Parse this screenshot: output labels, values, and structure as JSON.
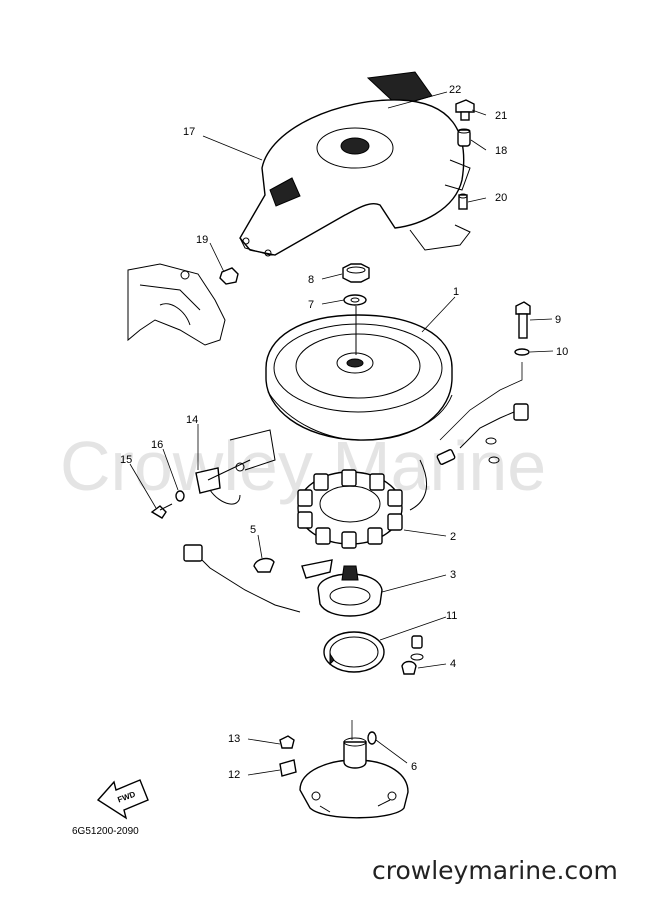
{
  "diagram_code": "6G51200-2090",
  "website": "crowleymarine.com",
  "watermark": "Crowley Marine",
  "direction_label": "FWD",
  "callouts": [
    {
      "id": "c1",
      "label": "1"
    },
    {
      "id": "c2",
      "label": "2"
    },
    {
      "id": "c3",
      "label": "3"
    },
    {
      "id": "c4",
      "label": "4"
    },
    {
      "id": "c5",
      "label": "5"
    },
    {
      "id": "c6",
      "label": "6"
    },
    {
      "id": "c7",
      "label": "7"
    },
    {
      "id": "c8",
      "label": "8"
    },
    {
      "id": "c9",
      "label": "9"
    },
    {
      "id": "c10",
      "label": "10"
    },
    {
      "id": "c11",
      "label": "11"
    },
    {
      "id": "c12",
      "label": "12"
    },
    {
      "id": "c13",
      "label": "13"
    },
    {
      "id": "c14",
      "label": "14"
    },
    {
      "id": "c15",
      "label": "15"
    },
    {
      "id": "c16",
      "label": "16"
    },
    {
      "id": "c17",
      "label": "17"
    },
    {
      "id": "c18",
      "label": "18"
    },
    {
      "id": "c19",
      "label": "19"
    },
    {
      "id": "c20",
      "label": "20"
    },
    {
      "id": "c21",
      "label": "21"
    },
    {
      "id": "c22",
      "label": "22"
    }
  ]
}
